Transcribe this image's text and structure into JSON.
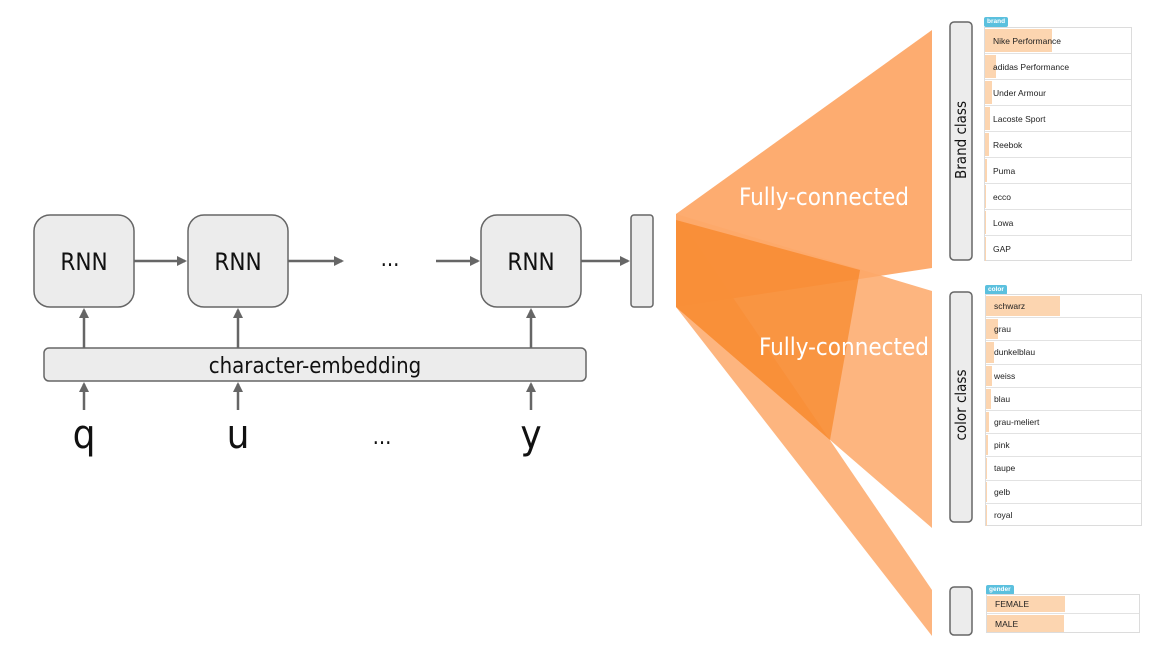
{
  "rnn_cells": [
    {
      "label": "RNN"
    },
    {
      "label": "RNN"
    },
    {
      "label": "RNN"
    }
  ],
  "ellipsis": "...",
  "embedding_label": "character-embedding",
  "input_chars": [
    "q",
    "u",
    "...",
    "y"
  ],
  "fc_labels": [
    "Fully-connected",
    "Fully-connected"
  ],
  "heads": {
    "brand": {
      "axis_label": "Brand class",
      "tag": "brand",
      "rows": [
        {
          "label": "Nike Performance",
          "score": 0.95
        },
        {
          "label": "adidas Performance",
          "score": 0.15
        },
        {
          "label": "Under Armour",
          "score": 0.1
        },
        {
          "label": "Lacoste Sport",
          "score": 0.07
        },
        {
          "label": "Reebok",
          "score": 0.05
        },
        {
          "label": "Puma",
          "score": 0.03
        },
        {
          "label": "ecco",
          "score": 0.02
        },
        {
          "label": "Lowa",
          "score": 0.01
        },
        {
          "label": "GAP",
          "score": 0.01
        }
      ]
    },
    "color": {
      "axis_label": "color class",
      "tag": "color",
      "rows": [
        {
          "label": "schwarz",
          "score": 0.95
        },
        {
          "label": "grau",
          "score": 0.15
        },
        {
          "label": "dunkelblau",
          "score": 0.1
        },
        {
          "label": "weiss",
          "score": 0.08
        },
        {
          "label": "blau",
          "score": 0.06
        },
        {
          "label": "grau-meliert",
          "score": 0.04
        },
        {
          "label": "pink",
          "score": 0.03
        },
        {
          "label": "taupe",
          "score": 0.01
        },
        {
          "label": "gelb",
          "score": 0.01
        },
        {
          "label": "royal",
          "score": 0.01
        }
      ]
    },
    "gender": {
      "tag": "gender",
      "rows": [
        {
          "label": "FEMALE",
          "score": 0.98
        },
        {
          "label": "MALE",
          "score": 0.96
        }
      ]
    }
  },
  "colors": {
    "fan": "#fda868",
    "fan_dark": "#f57a10",
    "box_fill": "#ececec",
    "tag": "#5bc0de",
    "bar": "#fcd5b0"
  }
}
